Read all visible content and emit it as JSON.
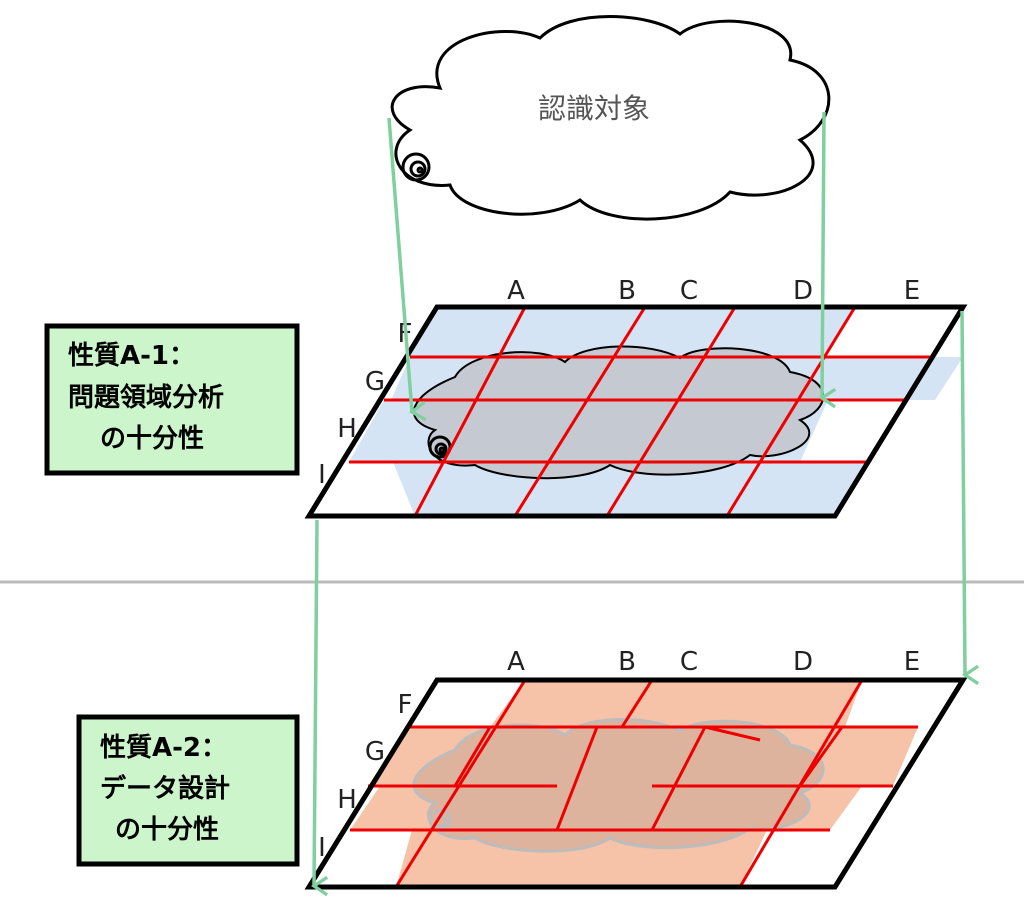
{
  "cloud": {
    "label": "認識対象"
  },
  "panel1": {
    "title_lines": [
      "性質A-1：",
      "問題領域分析",
      "の十分性"
    ],
    "column_labels": [
      "A",
      "B",
      "C",
      "D",
      "E"
    ],
    "row_labels": [
      "F",
      "G",
      "H",
      "I"
    ]
  },
  "panel2": {
    "title_lines": [
      "性質A-2：",
      "データ設計",
      "の十分性"
    ],
    "column_labels": [
      "A",
      "B",
      "C",
      "D",
      "E"
    ],
    "row_labels": [
      "F",
      "G",
      "H",
      "I"
    ]
  },
  "colors": {
    "grid_line": "#ee0000",
    "panel1_fill": "#d5e4f4",
    "panel2_fill": "#f6c3a9",
    "label_box_fill": "#ccf5cc",
    "arrow": "#7fcf9f",
    "cloud_gray": "#c5cad2",
    "divider": "#bbbbbb"
  }
}
